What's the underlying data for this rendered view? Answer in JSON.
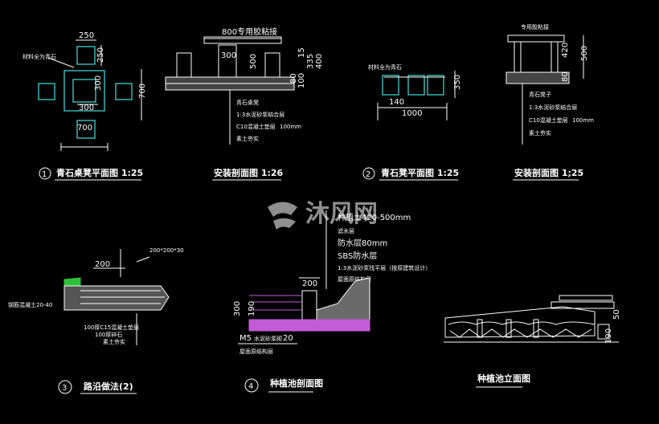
{
  "watermark": {
    "text": "沐风网"
  },
  "d1": {
    "title": "青石桌凳平面图 1:25",
    "number": "1",
    "note": "材料全为青石",
    "dim_top": "250",
    "dim_side": "250",
    "dim_mid": "300",
    "dim_right": "700",
    "dim_center": "300",
    "dim_bottom": "700"
  },
  "d2": {
    "title": "安装剖面图 1:26",
    "top_label": "800专用胶粘接",
    "d300": "300",
    "d500": "500",
    "stack": [
      "15",
      "335",
      "400"
    ],
    "left_stack": [
      "100",
      "80"
    ],
    "layers": [
      "青石桌凳",
      "1:3水泥砂浆结合层",
      "C10混凝土垫层",
      "100mm",
      "素土夯实"
    ]
  },
  "d3": {
    "title": "青石凳平面图 1:25",
    "number": "2",
    "note": "材料全为青石",
    "d140": "140",
    "d1000": "1000",
    "d350": "350"
  },
  "d4": {
    "title": "安装剖面图 1;25",
    "top_label": "专用胶粘接",
    "stack": [
      "420",
      "80"
    ],
    "d500": "500",
    "layers": [
      "青石凳子",
      "1:3水泥砂浆结合层",
      "C10混凝土垫层",
      "100mm",
      "素土夯实"
    ]
  },
  "d5": {
    "title": "路沿做法(2)",
    "number": "3",
    "d200": "200",
    "top_note": "200*200*30",
    "left_note": "钢筋混凝土20-40",
    "labels": [
      "100厚C15混凝土垫层",
      "100厚碎石",
      "素土夯实"
    ]
  },
  "d6": {
    "title": "种植池剖面图",
    "number": "4",
    "top_text": "种植土420-500mm",
    "layers": [
      "滤水层",
      "防水层80mm",
      "SBS防水层",
      "1:3水泥砂浆找平层（按原建筑设计）",
      "屋面原结构层"
    ],
    "d200": "200",
    "d300": "300",
    "d190": "190",
    "m5": "M5",
    "m5_note": "水泥砂浆砌",
    "m5_num": "20",
    "bottom_note": "屋面原结构层"
  },
  "d7": {
    "title": "种植池立面图",
    "d50": "50",
    "d190": "190"
  }
}
